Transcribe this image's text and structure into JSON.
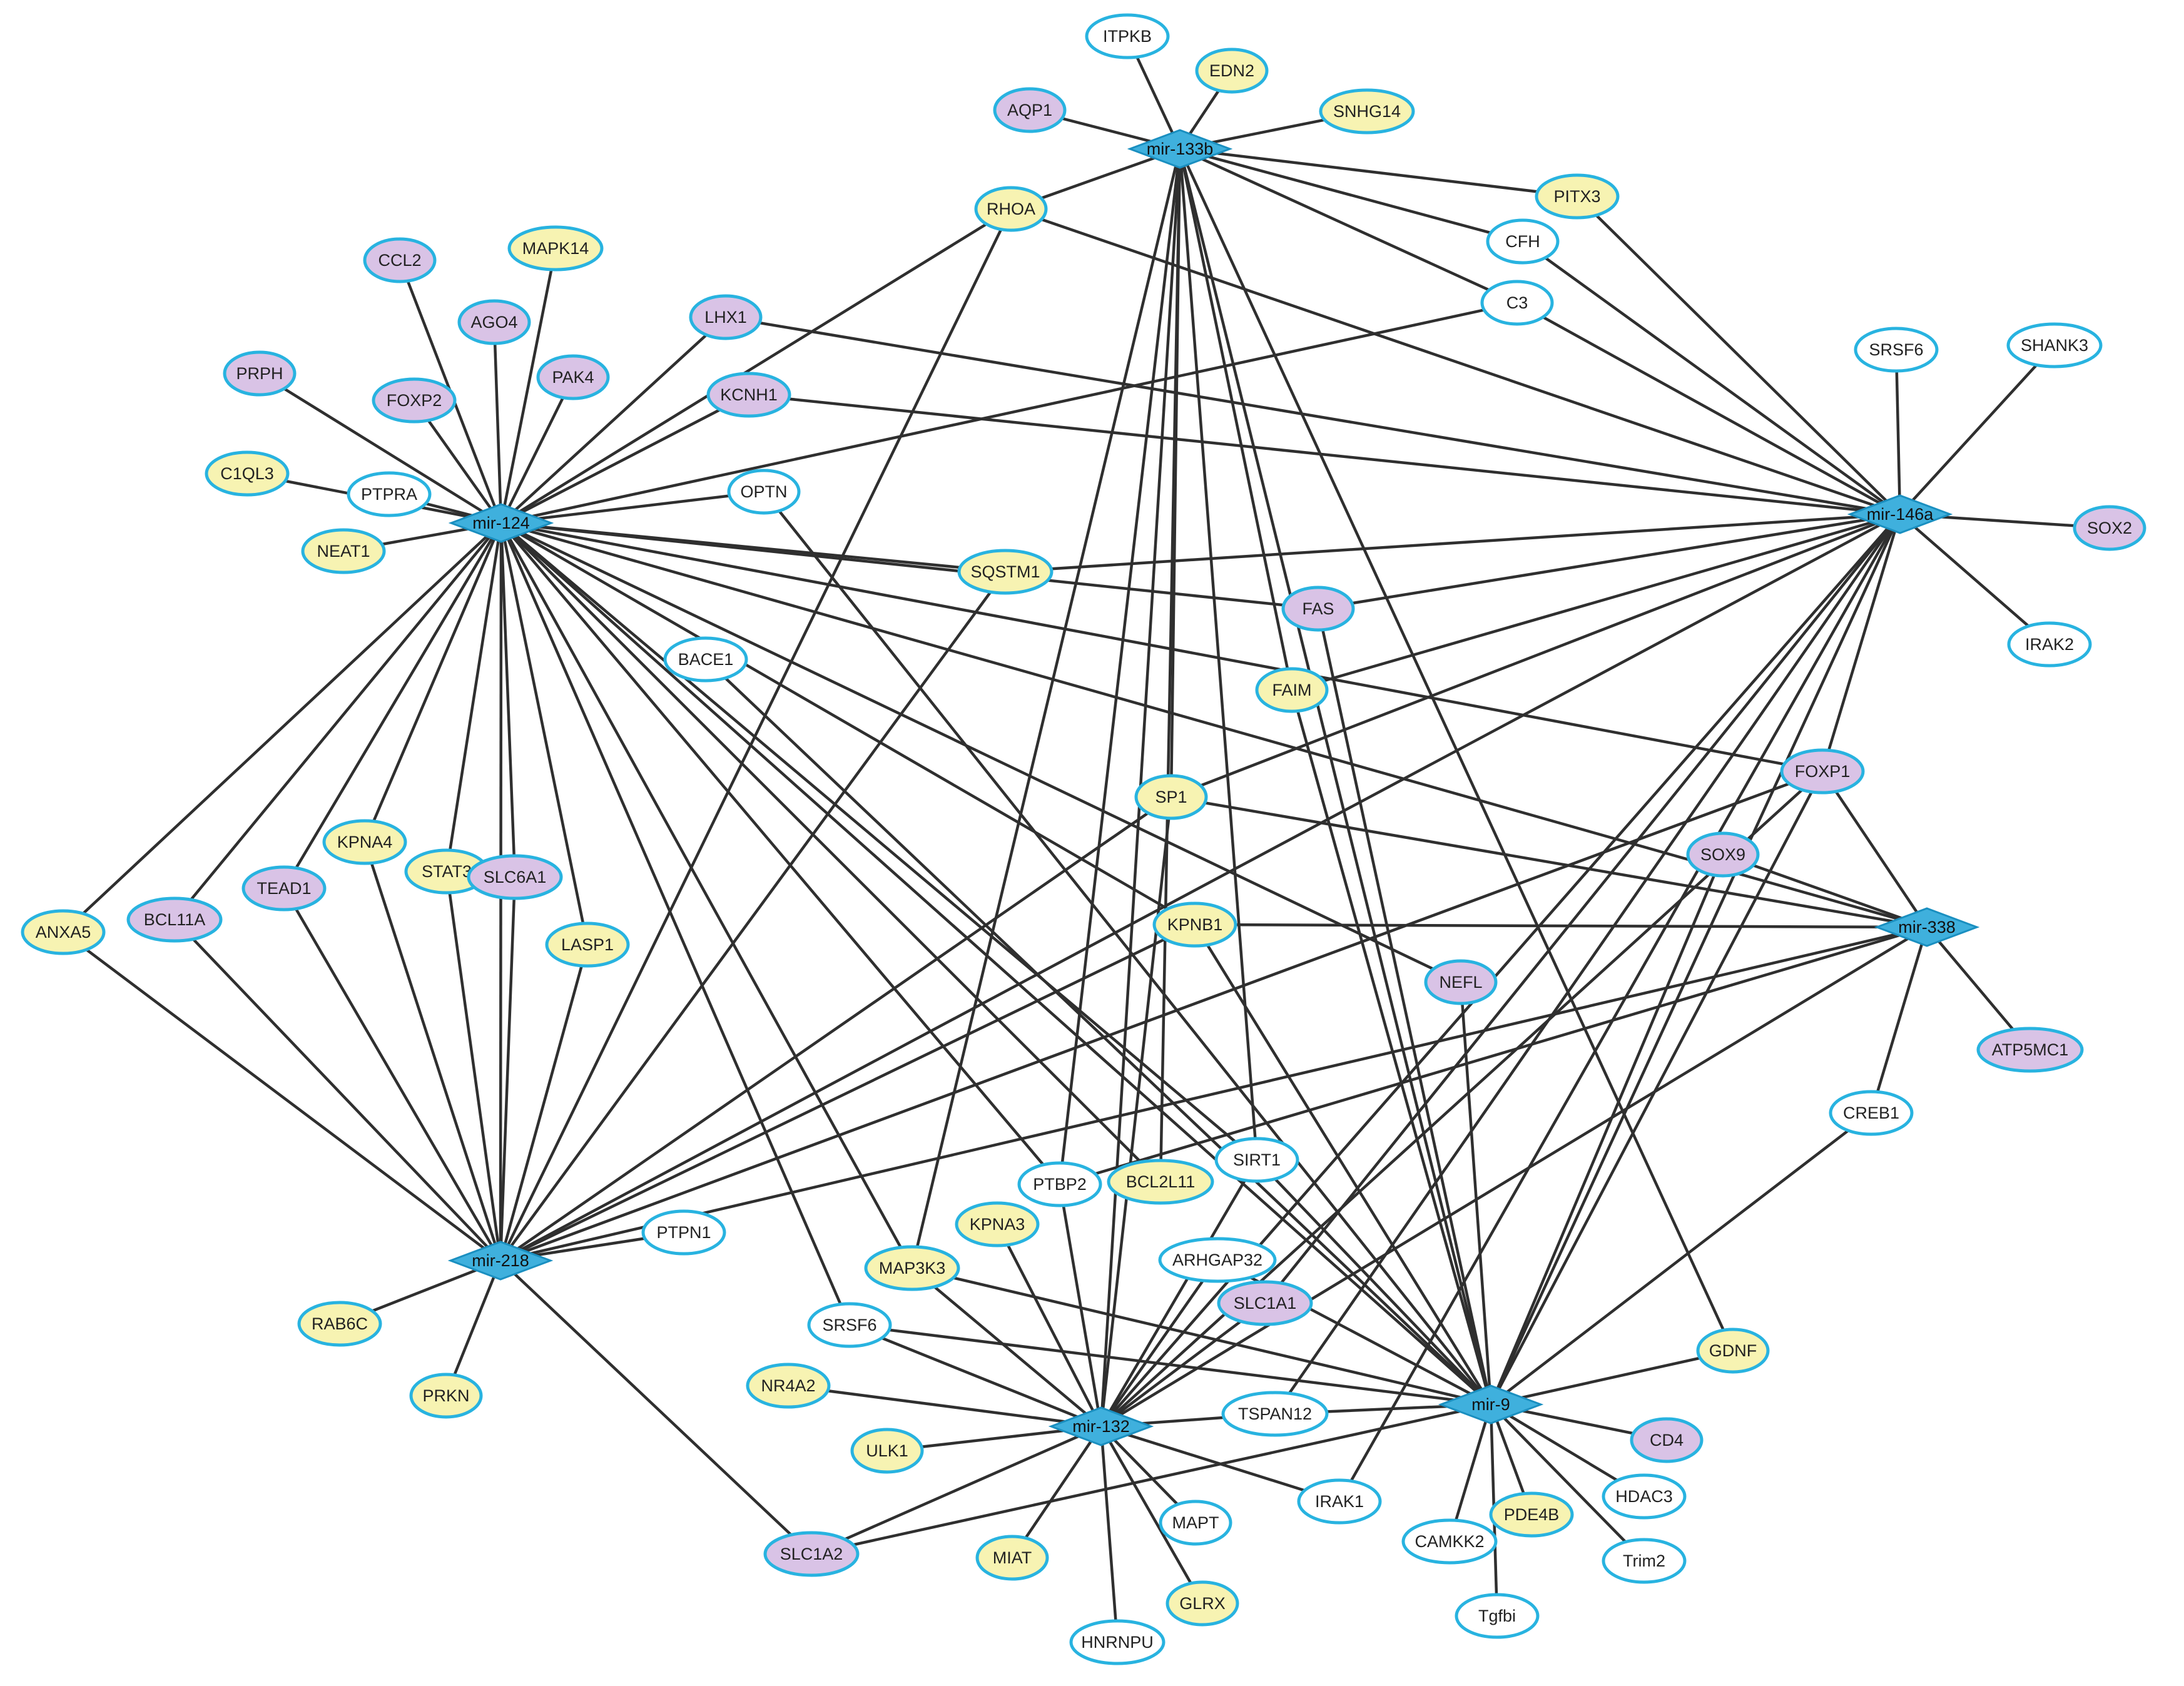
{
  "colors": {
    "purple": "#d9c3e6",
    "yellow": "#f7f3b2",
    "white": "#ffffff",
    "border": "#28b3e0",
    "hub": "#3fb0dd",
    "edge": "#2f2f2f"
  },
  "diagram": {
    "hubs": [
      {
        "id": "mir-133b",
        "label": "mir-133b"
      },
      {
        "id": "mir-124",
        "label": "mir-124"
      },
      {
        "id": "mir-146a",
        "label": "mir-146a"
      },
      {
        "id": "mir-338",
        "label": "mir-338"
      },
      {
        "id": "mir-218",
        "label": "mir-218"
      },
      {
        "id": "mir-132",
        "label": "mir-132"
      },
      {
        "id": "mir-9",
        "label": "mir-9"
      }
    ],
    "nodes": [
      {
        "id": "ITPKB",
        "label": "ITPKB",
        "fill": "white"
      },
      {
        "id": "EDN2",
        "label": "EDN2",
        "fill": "yellow"
      },
      {
        "id": "AQP1",
        "label": "AQP1",
        "fill": "purple"
      },
      {
        "id": "SNHG14",
        "label": "SNHG14",
        "fill": "yellow"
      },
      {
        "id": "PITX3",
        "label": "PITX3",
        "fill": "yellow"
      },
      {
        "id": "RHOA",
        "label": "RHOA",
        "fill": "yellow"
      },
      {
        "id": "CFH",
        "label": "CFH",
        "fill": "white"
      },
      {
        "id": "C3",
        "label": "C3",
        "fill": "white"
      },
      {
        "id": "CCL2",
        "label": "CCL2",
        "fill": "purple"
      },
      {
        "id": "MAPK14",
        "label": "MAPK14",
        "fill": "yellow"
      },
      {
        "id": "AGO4",
        "label": "AGO4",
        "fill": "purple"
      },
      {
        "id": "LHX1",
        "label": "LHX1",
        "fill": "purple"
      },
      {
        "id": "PRPH",
        "label": "PRPH",
        "fill": "purple"
      },
      {
        "id": "FOXP2",
        "label": "FOXP2",
        "fill": "purple"
      },
      {
        "id": "PAK4",
        "label": "PAK4",
        "fill": "purple"
      },
      {
        "id": "KCNH1",
        "label": "KCNH1",
        "fill": "purple"
      },
      {
        "id": "SRSF6a",
        "label": "SRSF6",
        "fill": "white"
      },
      {
        "id": "SHANK3",
        "label": "SHANK3",
        "fill": "white"
      },
      {
        "id": "C1QL3",
        "label": "C1QL3",
        "fill": "yellow"
      },
      {
        "id": "PTPRA",
        "label": "PTPRA",
        "fill": "white"
      },
      {
        "id": "OPTN",
        "label": "OPTN",
        "fill": "white"
      },
      {
        "id": "NEAT1",
        "label": "NEAT1",
        "fill": "yellow"
      },
      {
        "id": "SOX2",
        "label": "SOX2",
        "fill": "purple"
      },
      {
        "id": "SQSTM1",
        "label": "SQSTM1",
        "fill": "yellow"
      },
      {
        "id": "FAS",
        "label": "FAS",
        "fill": "purple"
      },
      {
        "id": "IRAK2",
        "label": "IRAK2",
        "fill": "white"
      },
      {
        "id": "BACE1",
        "label": "BACE1",
        "fill": "white"
      },
      {
        "id": "FAIM",
        "label": "FAIM",
        "fill": "yellow"
      },
      {
        "id": "FOXP1",
        "label": "FOXP1",
        "fill": "purple"
      },
      {
        "id": "SP1",
        "label": "SP1",
        "fill": "yellow"
      },
      {
        "id": "SOX9",
        "label": "SOX9",
        "fill": "purple"
      },
      {
        "id": "KPNA4",
        "label": "KPNA4",
        "fill": "yellow"
      },
      {
        "id": "STAT3",
        "label": "STAT3",
        "fill": "yellow"
      },
      {
        "id": "SLC6A1",
        "label": "SLC6A1",
        "fill": "purple"
      },
      {
        "id": "TEAD1",
        "label": "TEAD1",
        "fill": "purple"
      },
      {
        "id": "ANXA5",
        "label": "ANXA5",
        "fill": "yellow"
      },
      {
        "id": "BCL11A",
        "label": "BCL11A",
        "fill": "purple"
      },
      {
        "id": "LASP1",
        "label": "LASP1",
        "fill": "yellow"
      },
      {
        "id": "KPNB1",
        "label": "KPNB1",
        "fill": "yellow"
      },
      {
        "id": "NEFL",
        "label": "NEFL",
        "fill": "purple"
      },
      {
        "id": "ATP5MC1",
        "label": "ATP5MC1",
        "fill": "purple"
      },
      {
        "id": "CREB1",
        "label": "CREB1",
        "fill": "white"
      },
      {
        "id": "SIRT1",
        "label": "SIRT1",
        "fill": "white"
      },
      {
        "id": "PTBP2",
        "label": "PTBP2",
        "fill": "white"
      },
      {
        "id": "BCL2L11",
        "label": "BCL2L11",
        "fill": "yellow"
      },
      {
        "id": "PTPN1",
        "label": "PTPN1",
        "fill": "white"
      },
      {
        "id": "KPNA3",
        "label": "KPNA3",
        "fill": "yellow"
      },
      {
        "id": "ARHGAP32",
        "label": "ARHGAP32",
        "fill": "white"
      },
      {
        "id": "MAP3K3",
        "label": "MAP3K3",
        "fill": "yellow"
      },
      {
        "id": "SLC1A1",
        "label": "SLC1A1",
        "fill": "purple"
      },
      {
        "id": "RAB6C",
        "label": "RAB6C",
        "fill": "yellow"
      },
      {
        "id": "SRSF6b",
        "label": "SRSF6",
        "fill": "white"
      },
      {
        "id": "GDNF",
        "label": "GDNF",
        "fill": "yellow"
      },
      {
        "id": "PRKN",
        "label": "PRKN",
        "fill": "yellow"
      },
      {
        "id": "NR4A2",
        "label": "NR4A2",
        "fill": "yellow"
      },
      {
        "id": "TSPAN12",
        "label": "TSPAN12",
        "fill": "white"
      },
      {
        "id": "CD4",
        "label": "CD4",
        "fill": "purple"
      },
      {
        "id": "ULK1",
        "label": "ULK1",
        "fill": "yellow"
      },
      {
        "id": "IRAK1",
        "label": "IRAK1",
        "fill": "white"
      },
      {
        "id": "HDAC3",
        "label": "HDAC3",
        "fill": "white"
      },
      {
        "id": "MAPT",
        "label": "MAPT",
        "fill": "white"
      },
      {
        "id": "CAMKK2",
        "label": "CAMKK2",
        "fill": "white"
      },
      {
        "id": "PDE4B",
        "label": "PDE4B",
        "fill": "yellow"
      },
      {
        "id": "SLC1A2",
        "label": "SLC1A2",
        "fill": "purple"
      },
      {
        "id": "MIAT",
        "label": "MIAT",
        "fill": "yellow"
      },
      {
        "id": "Trim2",
        "label": "Trim2",
        "fill": "white"
      },
      {
        "id": "GLRX",
        "label": "GLRX",
        "fill": "yellow"
      },
      {
        "id": "Tgfbi",
        "label": "Tgfbi",
        "fill": "white"
      },
      {
        "id": "HNRNPU",
        "label": "HNRNPU",
        "fill": "white"
      }
    ],
    "edges": [
      [
        "mir-133b",
        "ITPKB"
      ],
      [
        "mir-133b",
        "EDN2"
      ],
      [
        "mir-133b",
        "AQP1"
      ],
      [
        "mir-133b",
        "SNHG14"
      ],
      [
        "mir-133b",
        "PITX3"
      ],
      [
        "mir-133b",
        "RHOA"
      ],
      [
        "mir-133b",
        "CFH"
      ],
      [
        "mir-133b",
        "C3"
      ],
      [
        "mir-133b",
        "FAIM"
      ],
      [
        "mir-133b",
        "SP1"
      ],
      [
        "mir-133b",
        "PTBP2"
      ],
      [
        "mir-133b",
        "BCL2L11"
      ],
      [
        "mir-133b",
        "SIRT1"
      ],
      [
        "mir-133b",
        "GDNF"
      ],
      [
        "mir-133b",
        "mir-132"
      ],
      [
        "mir-133b",
        "mir-9"
      ],
      [
        "mir-133b",
        "MAP3K3"
      ],
      [
        "mir-124",
        "CCL2"
      ],
      [
        "mir-124",
        "MAPK14"
      ],
      [
        "mir-124",
        "AGO4"
      ],
      [
        "mir-124",
        "PRPH"
      ],
      [
        "mir-124",
        "FOXP2"
      ],
      [
        "mir-124",
        "PAK4"
      ],
      [
        "mir-124",
        "LHX1"
      ],
      [
        "mir-124",
        "KCNH1"
      ],
      [
        "mir-124",
        "C1QL3"
      ],
      [
        "mir-124",
        "PTPRA"
      ],
      [
        "mir-124",
        "OPTN"
      ],
      [
        "mir-124",
        "NEAT1"
      ],
      [
        "mir-124",
        "SQSTM1"
      ],
      [
        "mir-124",
        "FAS"
      ],
      [
        "mir-124",
        "RHOA"
      ],
      [
        "mir-124",
        "C3"
      ],
      [
        "mir-124",
        "FOXP1"
      ],
      [
        "mir-124",
        "mir-338"
      ],
      [
        "mir-124",
        "NEFL"
      ],
      [
        "mir-124",
        "KPNB1"
      ],
      [
        "mir-124",
        "SIRT1"
      ],
      [
        "mir-124",
        "PTBP2"
      ],
      [
        "mir-124",
        "BCL2L11"
      ],
      [
        "mir-124",
        "MAP3K3"
      ],
      [
        "mir-124",
        "SRSF6b"
      ],
      [
        "mir-124",
        "mir-9"
      ],
      [
        "mir-124",
        "ANXA5"
      ],
      [
        "mir-124",
        "BCL11A"
      ],
      [
        "mir-124",
        "TEAD1"
      ],
      [
        "mir-124",
        "KPNA4"
      ],
      [
        "mir-124",
        "STAT3"
      ],
      [
        "mir-124",
        "SLC6A1"
      ],
      [
        "mir-124",
        "LASP1"
      ],
      [
        "mir-124",
        "mir-218"
      ],
      [
        "mir-146a",
        "SRSF6a"
      ],
      [
        "mir-146a",
        "SHANK3"
      ],
      [
        "mir-146a",
        "SOX2"
      ],
      [
        "mir-146a",
        "IRAK2"
      ],
      [
        "mir-146a",
        "PITX3"
      ],
      [
        "mir-146a",
        "CFH"
      ],
      [
        "mir-146a",
        "C3"
      ],
      [
        "mir-146a",
        "RHOA"
      ],
      [
        "mir-146a",
        "LHX1"
      ],
      [
        "mir-146a",
        "KCNH1"
      ],
      [
        "mir-146a",
        "SQSTM1"
      ],
      [
        "mir-146a",
        "FAS"
      ],
      [
        "mir-146a",
        "FAIM"
      ],
      [
        "mir-146a",
        "SP1"
      ],
      [
        "mir-146a",
        "FOXP1"
      ],
      [
        "mir-146a",
        "mir-218"
      ],
      [
        "mir-146a",
        "mir-132"
      ],
      [
        "mir-146a",
        "mir-9"
      ],
      [
        "mir-146a",
        "SLC1A1"
      ],
      [
        "mir-146a",
        "TSPAN12"
      ],
      [
        "mir-146a",
        "IRAK1"
      ],
      [
        "mir-338",
        "FOXP1"
      ],
      [
        "mir-338",
        "SOX9"
      ],
      [
        "mir-338",
        "ATP5MC1"
      ],
      [
        "mir-338",
        "CREB1"
      ],
      [
        "mir-338",
        "KPNB1"
      ],
      [
        "mir-338",
        "SP1"
      ],
      [
        "mir-338",
        "mir-218"
      ],
      [
        "mir-338",
        "mir-132"
      ],
      [
        "mir-338",
        "PTBP2"
      ],
      [
        "mir-218",
        "ANXA5"
      ],
      [
        "mir-218",
        "BCL11A"
      ],
      [
        "mir-218",
        "TEAD1"
      ],
      [
        "mir-218",
        "KPNA4"
      ],
      [
        "mir-218",
        "STAT3"
      ],
      [
        "mir-218",
        "SLC6A1"
      ],
      [
        "mir-218",
        "LASP1"
      ],
      [
        "mir-218",
        "RHOA"
      ],
      [
        "mir-218",
        "SQSTM1"
      ],
      [
        "mir-218",
        "SP1"
      ],
      [
        "mir-218",
        "KPNB1"
      ],
      [
        "mir-218",
        "FOXP1"
      ],
      [
        "mir-218",
        "PTPN1"
      ],
      [
        "mir-218",
        "RAB6C"
      ],
      [
        "mir-218",
        "PRKN"
      ],
      [
        "mir-218",
        "SLC1A2"
      ],
      [
        "mir-132",
        "NR4A2"
      ],
      [
        "mir-132",
        "ULK1"
      ],
      [
        "mir-132",
        "SLC1A2"
      ],
      [
        "mir-132",
        "MIAT"
      ],
      [
        "mir-132",
        "HNRNPU"
      ],
      [
        "mir-132",
        "GLRX"
      ],
      [
        "mir-132",
        "MAPT"
      ],
      [
        "mir-132",
        "IRAK1"
      ],
      [
        "mir-132",
        "TSPAN12"
      ],
      [
        "mir-132",
        "SRSF6b"
      ],
      [
        "mir-132",
        "MAP3K3"
      ],
      [
        "mir-132",
        "KPNA3"
      ],
      [
        "mir-132",
        "PTBP2"
      ],
      [
        "mir-132",
        "SLC1A1"
      ],
      [
        "mir-132",
        "ARHGAP32"
      ],
      [
        "mir-132",
        "SIRT1"
      ],
      [
        "mir-132",
        "FOXP1"
      ],
      [
        "mir-132",
        "SP1"
      ],
      [
        "mir-9",
        "TSPAN12"
      ],
      [
        "mir-9",
        "CD4"
      ],
      [
        "mir-9",
        "HDAC3"
      ],
      [
        "mir-9",
        "Trim2"
      ],
      [
        "mir-9",
        "PDE4B"
      ],
      [
        "mir-9",
        "Tgfbi"
      ],
      [
        "mir-9",
        "CAMKK2"
      ],
      [
        "mir-9",
        "GDNF"
      ],
      [
        "mir-9",
        "CREB1"
      ],
      [
        "mir-9",
        "NEFL"
      ],
      [
        "mir-9",
        "KPNB1"
      ],
      [
        "mir-9",
        "FAS"
      ],
      [
        "mir-9",
        "FAIM"
      ],
      [
        "mir-9",
        "SIRT1"
      ],
      [
        "mir-9",
        "ARHGAP32"
      ],
      [
        "mir-9",
        "MAP3K3"
      ],
      [
        "mir-9",
        "SRSF6b"
      ],
      [
        "mir-9",
        "SOX9"
      ],
      [
        "mir-9",
        "SLC1A2"
      ],
      [
        "mir-9",
        "BACE1"
      ],
      [
        "mir-9",
        "OPTN"
      ],
      [
        "mir-9",
        "FOXP1"
      ]
    ]
  }
}
